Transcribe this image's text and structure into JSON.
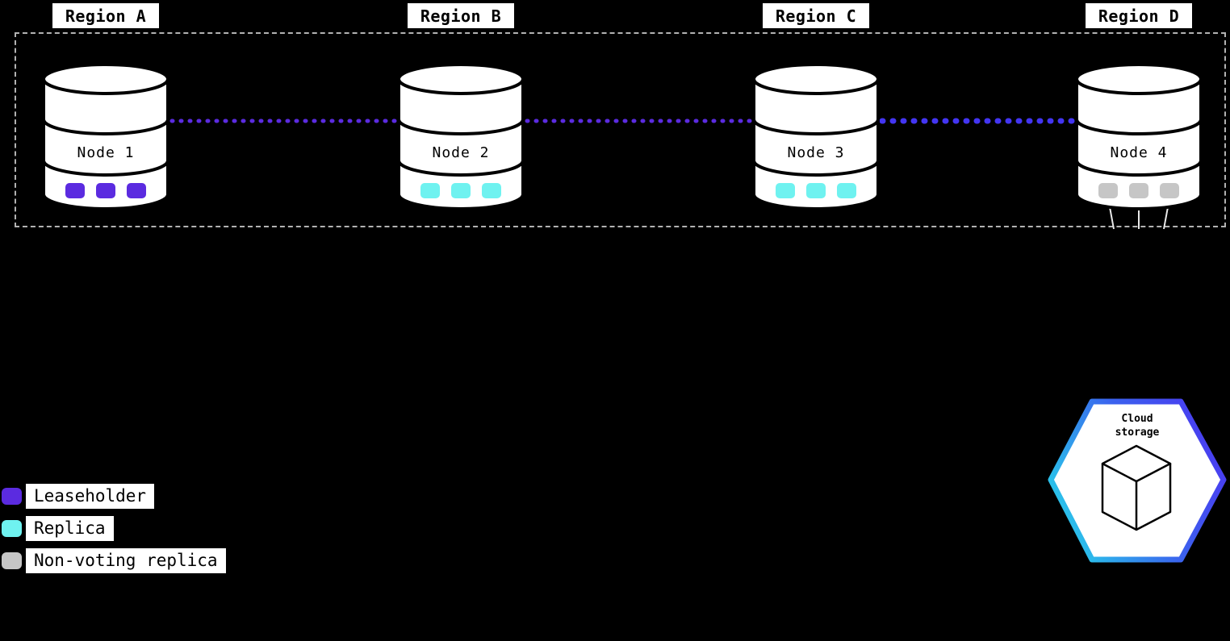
{
  "regions": [
    {
      "label": "Region A"
    },
    {
      "label": "Region B"
    },
    {
      "label": "Region C"
    },
    {
      "label": "Region D"
    }
  ],
  "nodes": [
    {
      "label": "Node 1",
      "replica_type": "leaseholder",
      "replica_count": 3
    },
    {
      "label": "Node 2",
      "replica_type": "replica",
      "replica_count": 3
    },
    {
      "label": "Node 3",
      "replica_type": "replica",
      "replica_count": 3
    },
    {
      "label": "Node 4",
      "replica_type": "non-voting replica",
      "replica_count": 3
    }
  ],
  "legend": {
    "items": [
      {
        "label": "Leaseholder",
        "color": "#5b2be0"
      },
      {
        "label": "Replica",
        "color": "#6ff2f0"
      },
      {
        "label": "Non-voting replica",
        "color": "#c6c6c6"
      }
    ]
  },
  "cloud_storage": {
    "line1": "Cloud",
    "line2": "storage"
  },
  "colors": {
    "background": "#000000",
    "leaseholder": "#5b2be0",
    "replica": "#6ff2f0",
    "non_voting_replica": "#c6c6c6",
    "replication_link": "#5b2be0",
    "replication_link_cd": "#4335f2",
    "hex_gradient_start": "#29ccea",
    "hex_gradient_end": "#4a3bf0"
  }
}
